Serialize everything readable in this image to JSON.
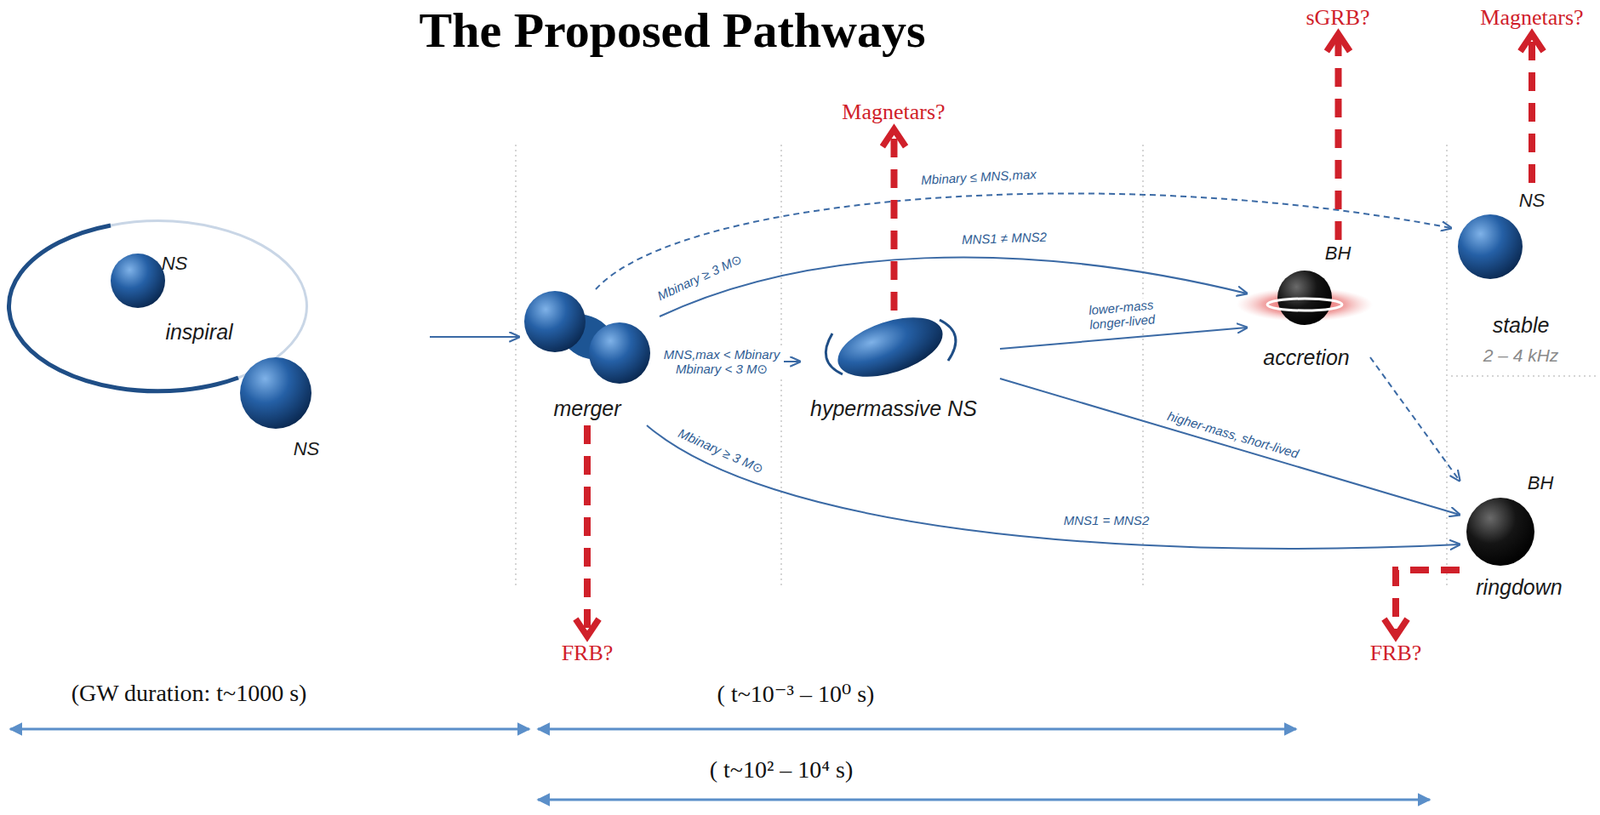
{
  "diagram": {
    "title": "The Proposed Pathways",
    "nodes": [
      {
        "text": [
          "NS",
          "inspiral",
          "NS"
        ]
      },
      {
        "text": [
          "merger"
        ]
      },
      {
        "text": [
          "FRB?"
        ]
      },
      {
        "text": [
          "Magnetars?"
        ]
      },
      {
        "text": [
          "hypermassive NS"
        ]
      },
      {
        "text": [
          "sGRB?"
        ]
      },
      {
        "text": [
          "BH",
          "accretion"
        ]
      },
      {
        "text": [
          "Magnetars?"
        ]
      },
      {
        "text": [
          "NS",
          "stable",
          "2 – 4 kHz"
        ]
      },
      {
        "text": [
          "BH",
          "ringdown"
        ]
      },
      {
        "text": [
          "FRB?"
        ]
      }
    ],
    "edges": [
      {
        "from": 0,
        "to": 1,
        "arrow": "to"
      },
      {
        "from": 1,
        "to": 8,
        "arrow": "to",
        "label": "Mbinary ≤ MNS,max"
      },
      {
        "from": 1,
        "to": 6,
        "arrow": "to",
        "label": "Mbinary ≥ 3 M⊙"
      },
      {
        "from": 1,
        "to": 4,
        "arrow": "to",
        "label": "MNS,max < Mbinary Mbinary < 3 M⊙"
      },
      {
        "from": 4,
        "to": 6,
        "arrow": "to",
        "label": "lower-mass longer-lived"
      },
      {
        "from": 4,
        "to": 9,
        "arrow": "to",
        "label": "higher-mass, short-lived"
      },
      {
        "from": 6,
        "to": 9,
        "arrow": "to"
      },
      {
        "from": 1,
        "to": 9,
        "arrow": "to",
        "label": "Mbinary ≥ 3 M⊙"
      },
      {
        "from": 1,
        "to": 2,
        "arrow": "to"
      },
      {
        "from": 4,
        "to": 3,
        "arrow": "to"
      },
      {
        "from": 6,
        "to": 5,
        "arrow": "to"
      },
      {
        "from": 8,
        "to": 7,
        "arrow": "to"
      },
      {
        "from": 9,
        "to": 10,
        "arrow": "to"
      }
    ],
    "labels": [
      "MNS1 ≠ MNS2",
      "MNS1 = MNS2",
      "(GW duration: t~1000 s)",
      "( t~10⁻³ – 10⁰ s)",
      "( t~10² – 10⁴ s)"
    ]
  }
}
